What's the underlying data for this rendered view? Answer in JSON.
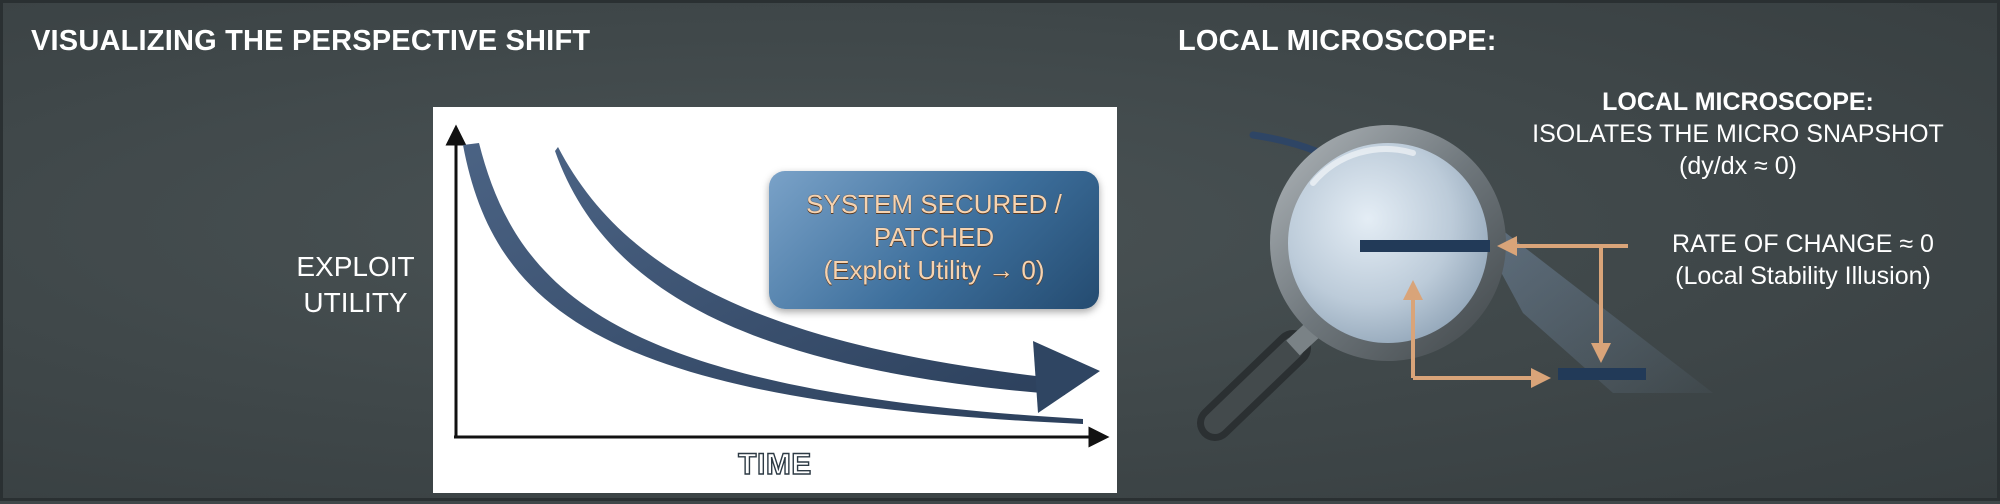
{
  "left": {
    "heading": "VISUALIZING THE PERSPECTIVE SHIFT",
    "y_label_line1": "EXPLOIT",
    "y_label_line2": "UTILITY",
    "x_label": "TIME",
    "callout_line1": "SYSTEM SECURED /",
    "callout_line2": "PATCHED",
    "callout_line3": "(Exploit Utility → 0)"
  },
  "right": {
    "heading": "LOCAL MICROSCOPE:",
    "microscope_title": "LOCAL MICROSCOPE:",
    "microscope_line2": "ISOLATES THE MICRO SNAPSHOT",
    "microscope_line3": "(dy/dx ≈ 0)",
    "rate_line1": "RATE OF CHANGE ≈ 0",
    "rate_line2": "(Local Stability Illusion)"
  },
  "colors": {
    "background": "#3f4749",
    "curve": "#344a66",
    "arrow_accent": "#d9a479",
    "callout_text": "#f6d3b0"
  },
  "icons": [
    "magnifying-glass-icon",
    "pointer-arrow-icon"
  ]
}
